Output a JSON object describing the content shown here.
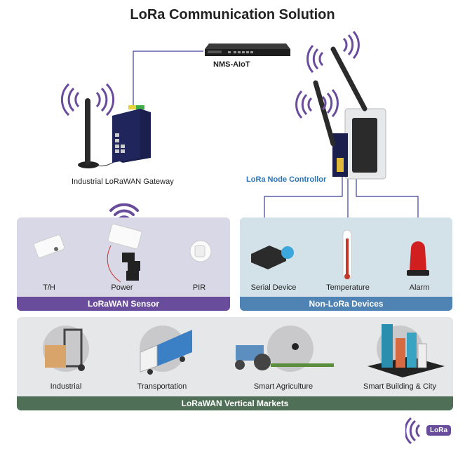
{
  "title": "LoRa Communication Solution",
  "nodes": {
    "nms": {
      "label": "NMS-AIoT",
      "icon": "server-appliance-icon"
    },
    "gateway": {
      "label": "Industrial LoRaWAN Gateway",
      "icon": "gateway-device-icon"
    },
    "node_controller": {
      "label": "LoRa Node Controllor",
      "icon": "node-controller-icon"
    }
  },
  "sensor_panel": {
    "header": "LoRaWAN Sensor",
    "items": [
      {
        "label": "T/H",
        "icon": "temperature-humidity-sensor-icon"
      },
      {
        "label": "Power",
        "icon": "power-meter-sensor-icon"
      },
      {
        "label": "PIR",
        "icon": "pir-sensor-icon"
      }
    ]
  },
  "nonlora_panel": {
    "header": "Non-LoRa Devices",
    "items": [
      {
        "label": "Serial Device",
        "icon": "serial-device-icon"
      },
      {
        "label": "Temperature",
        "icon": "thermometer-icon"
      },
      {
        "label": "Alarm",
        "icon": "alarm-siren-icon"
      }
    ]
  },
  "markets_panel": {
    "header": "LoRaWAN Vertical Markets",
    "items": [
      {
        "label": "Industrial",
        "icon": "forklift-icon"
      },
      {
        "label": "Transportation",
        "icon": "truck-icon"
      },
      {
        "label": "Smart Agriculture",
        "icon": "tractor-drone-icon"
      },
      {
        "label": "Smart Building & City",
        "icon": "city-buildings-icon"
      }
    ]
  },
  "legend": {
    "badge": "LoRa",
    "icon": "lora-signal-icon"
  },
  "colors": {
    "signal": "#6a4c9c",
    "link": "#3a3f9a",
    "sensor_bar": "#6a4c9c",
    "nonlora_bar": "#4f83b3",
    "markets_bar": "#4f6f57",
    "node_label": "#2a74b8"
  }
}
